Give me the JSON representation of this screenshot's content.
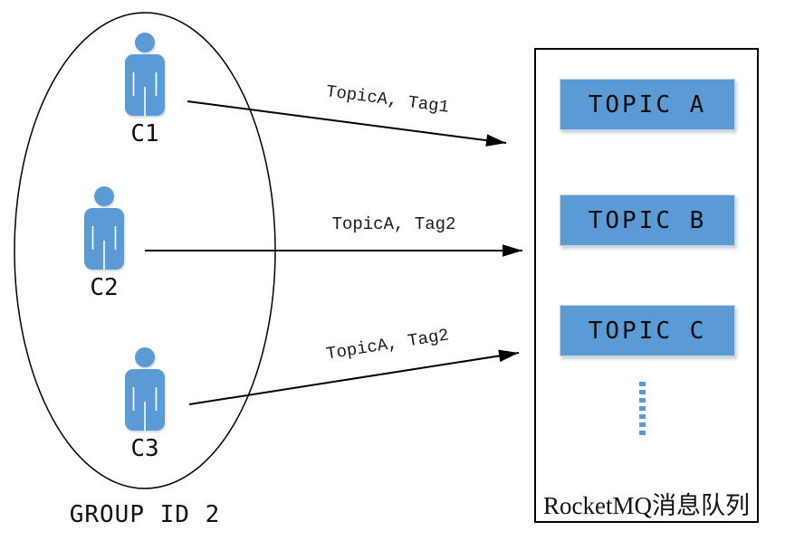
{
  "colors": {
    "accent_blue": "#5B9BD5",
    "line_black": "#000000"
  },
  "consumer_group": {
    "label": "GROUP ID 2",
    "consumers": [
      {
        "label": "C1"
      },
      {
        "label": "C2"
      },
      {
        "label": "C3"
      }
    ]
  },
  "messages": [
    {
      "label": "TopicA, Tag1"
    },
    {
      "label": "TopicA, Tag2"
    },
    {
      "label": "TopicA, Tag2"
    }
  ],
  "broker": {
    "title": "RocketMQ消息队列",
    "topics": [
      {
        "label": "TOPIC A"
      },
      {
        "label": "TOPIC B"
      },
      {
        "label": "TOPIC C"
      }
    ]
  }
}
